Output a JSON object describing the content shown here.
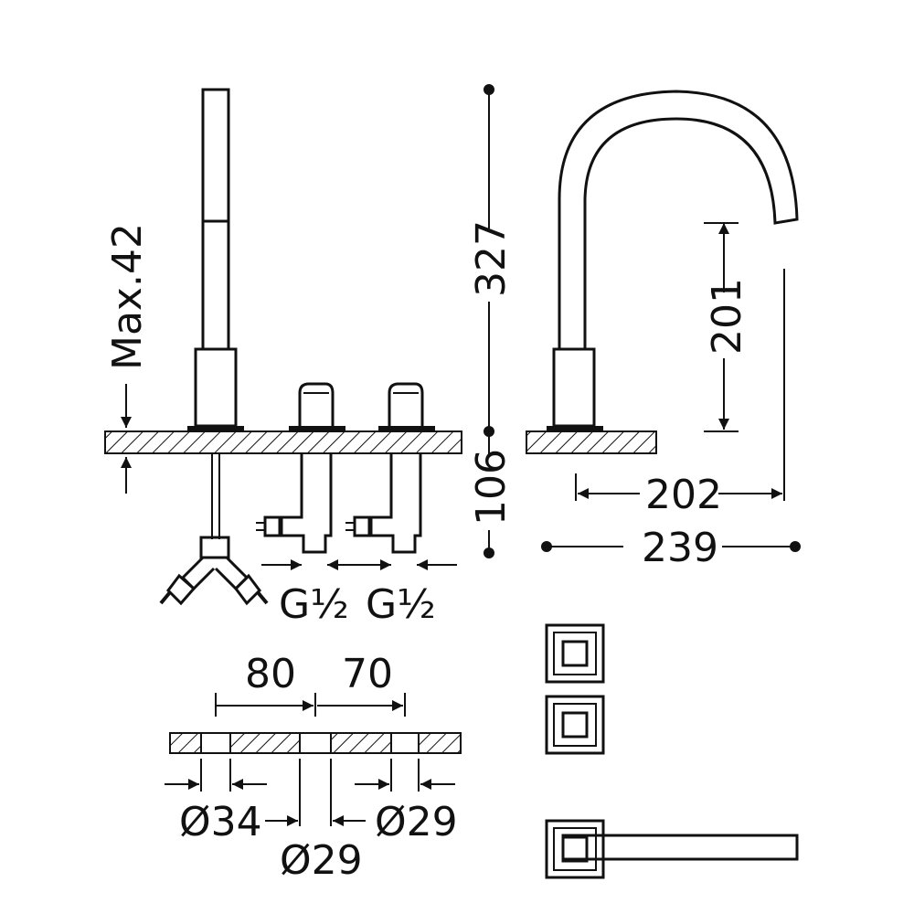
{
  "dimensions": {
    "max_height": "Max.42",
    "total_height": "327",
    "below_deck": "106",
    "spout_height": "201",
    "spout_reach": "202",
    "spout_total": "239",
    "thread_left": "G½",
    "thread_right": "G½",
    "spacing_left": "80",
    "spacing_right": "70",
    "hole_left": "Ø34",
    "hole_right": "Ø29",
    "hole_center": "Ø29"
  },
  "icons": {
    "handle_square": "square-handle-icon",
    "lever": "lever-handle-icon"
  }
}
